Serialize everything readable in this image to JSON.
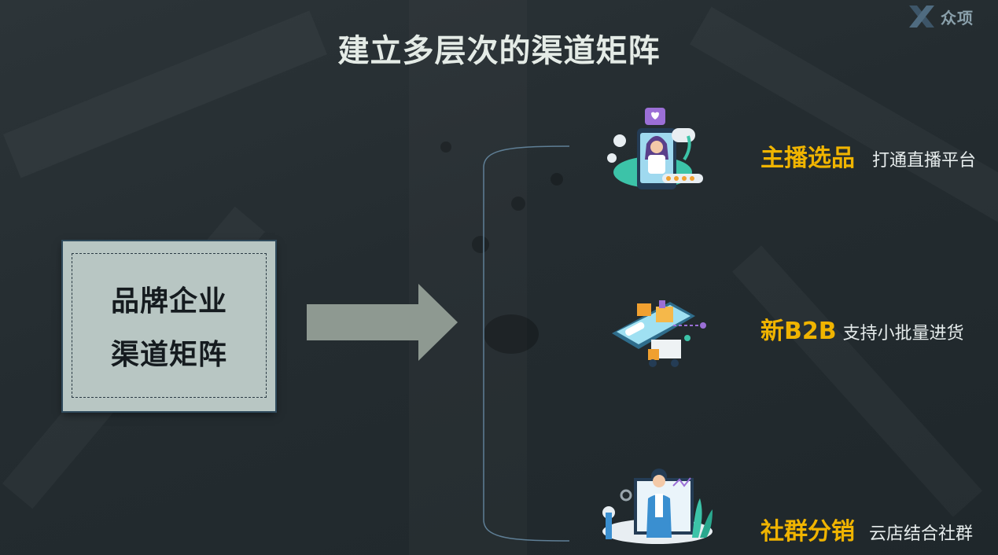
{
  "logo": {
    "icon": "x-logo-icon",
    "text": "众项",
    "color": "#8aa0ab"
  },
  "title": "建立多层次的渠道矩阵",
  "brand_box": {
    "lines": [
      "品牌企业",
      "渠道矩阵"
    ]
  },
  "colors": {
    "accent": "#f0b400",
    "title": "#e4ebe6",
    "box_bg": "#b8c6c3",
    "arrow": "#8e9991",
    "bracket": "#5f7f96"
  },
  "channels": [
    {
      "name": "主播选品",
      "desc": "打通直播平台",
      "icon": "live-streamer-icon"
    },
    {
      "name": "新B2B",
      "desc": "支持小批量进货",
      "icon": "mobile-shop-delivery-icon"
    },
    {
      "name": "社群分销",
      "desc": "云店结合社群",
      "icon": "community-service-icon"
    }
  ]
}
